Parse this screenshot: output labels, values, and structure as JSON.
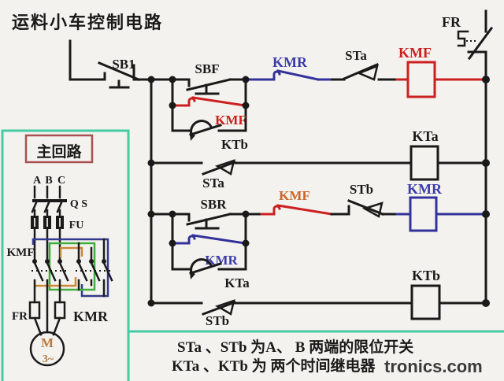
{
  "palette": {
    "background": "#f4f2ef",
    "wire_black": "#1a1a1a",
    "kmf_red": "#cc2020",
    "kmr_navy": "#3c3ca8",
    "kmf_label_orange": "#c8662c",
    "frame_teal": "#45cba2",
    "crossover_green": "#3fae3f",
    "crossover_navy": "#333a8c",
    "crossover_orange": "#c9893a",
    "main_box_border": "#a85050",
    "motor_text": "#b9793f",
    "title_red": "#ce423c",
    "watermark_green": "#9ed4a0"
  },
  "title": "运料小车控制电路",
  "watermark": "tronics.com",
  "caption": {
    "line1": "STa 、STb 为A、 B 两端的限位开关",
    "line2": "KTa 、KTb 为 两个时间继电器"
  },
  "main_circuit": {
    "label": "主回路",
    "phase_a": "A",
    "phase_b": "B",
    "phase_c": "C",
    "knife_switch": "Q S",
    "fuse": "FU",
    "contactor_forward": "KMF",
    "contactor_reverse": "KMR",
    "overload_relay": "FR",
    "motor_letter": "M",
    "motor_phase": "3~"
  },
  "control_circuit": {
    "stop_button": "SB1",
    "forward_button": "SBF",
    "forward_hold_contact": "KMF",
    "forward_time_contact": "KTb",
    "reverse_interlock": "KMR",
    "limit_a_nc": "STa",
    "forward_coil": "KMF",
    "overload_contact": "FR",
    "limit_a_no": "STa",
    "timer_a_coil": "KTa",
    "reverse_button": "SBR",
    "reverse_hold_contact": "KMR",
    "reverse_time_contact": "KTa",
    "forward_interlock": "KMF",
    "limit_b_nc": "STb",
    "reverse_coil": "KMR",
    "limit_b_no": "STb",
    "timer_b_coil": "KTb"
  }
}
